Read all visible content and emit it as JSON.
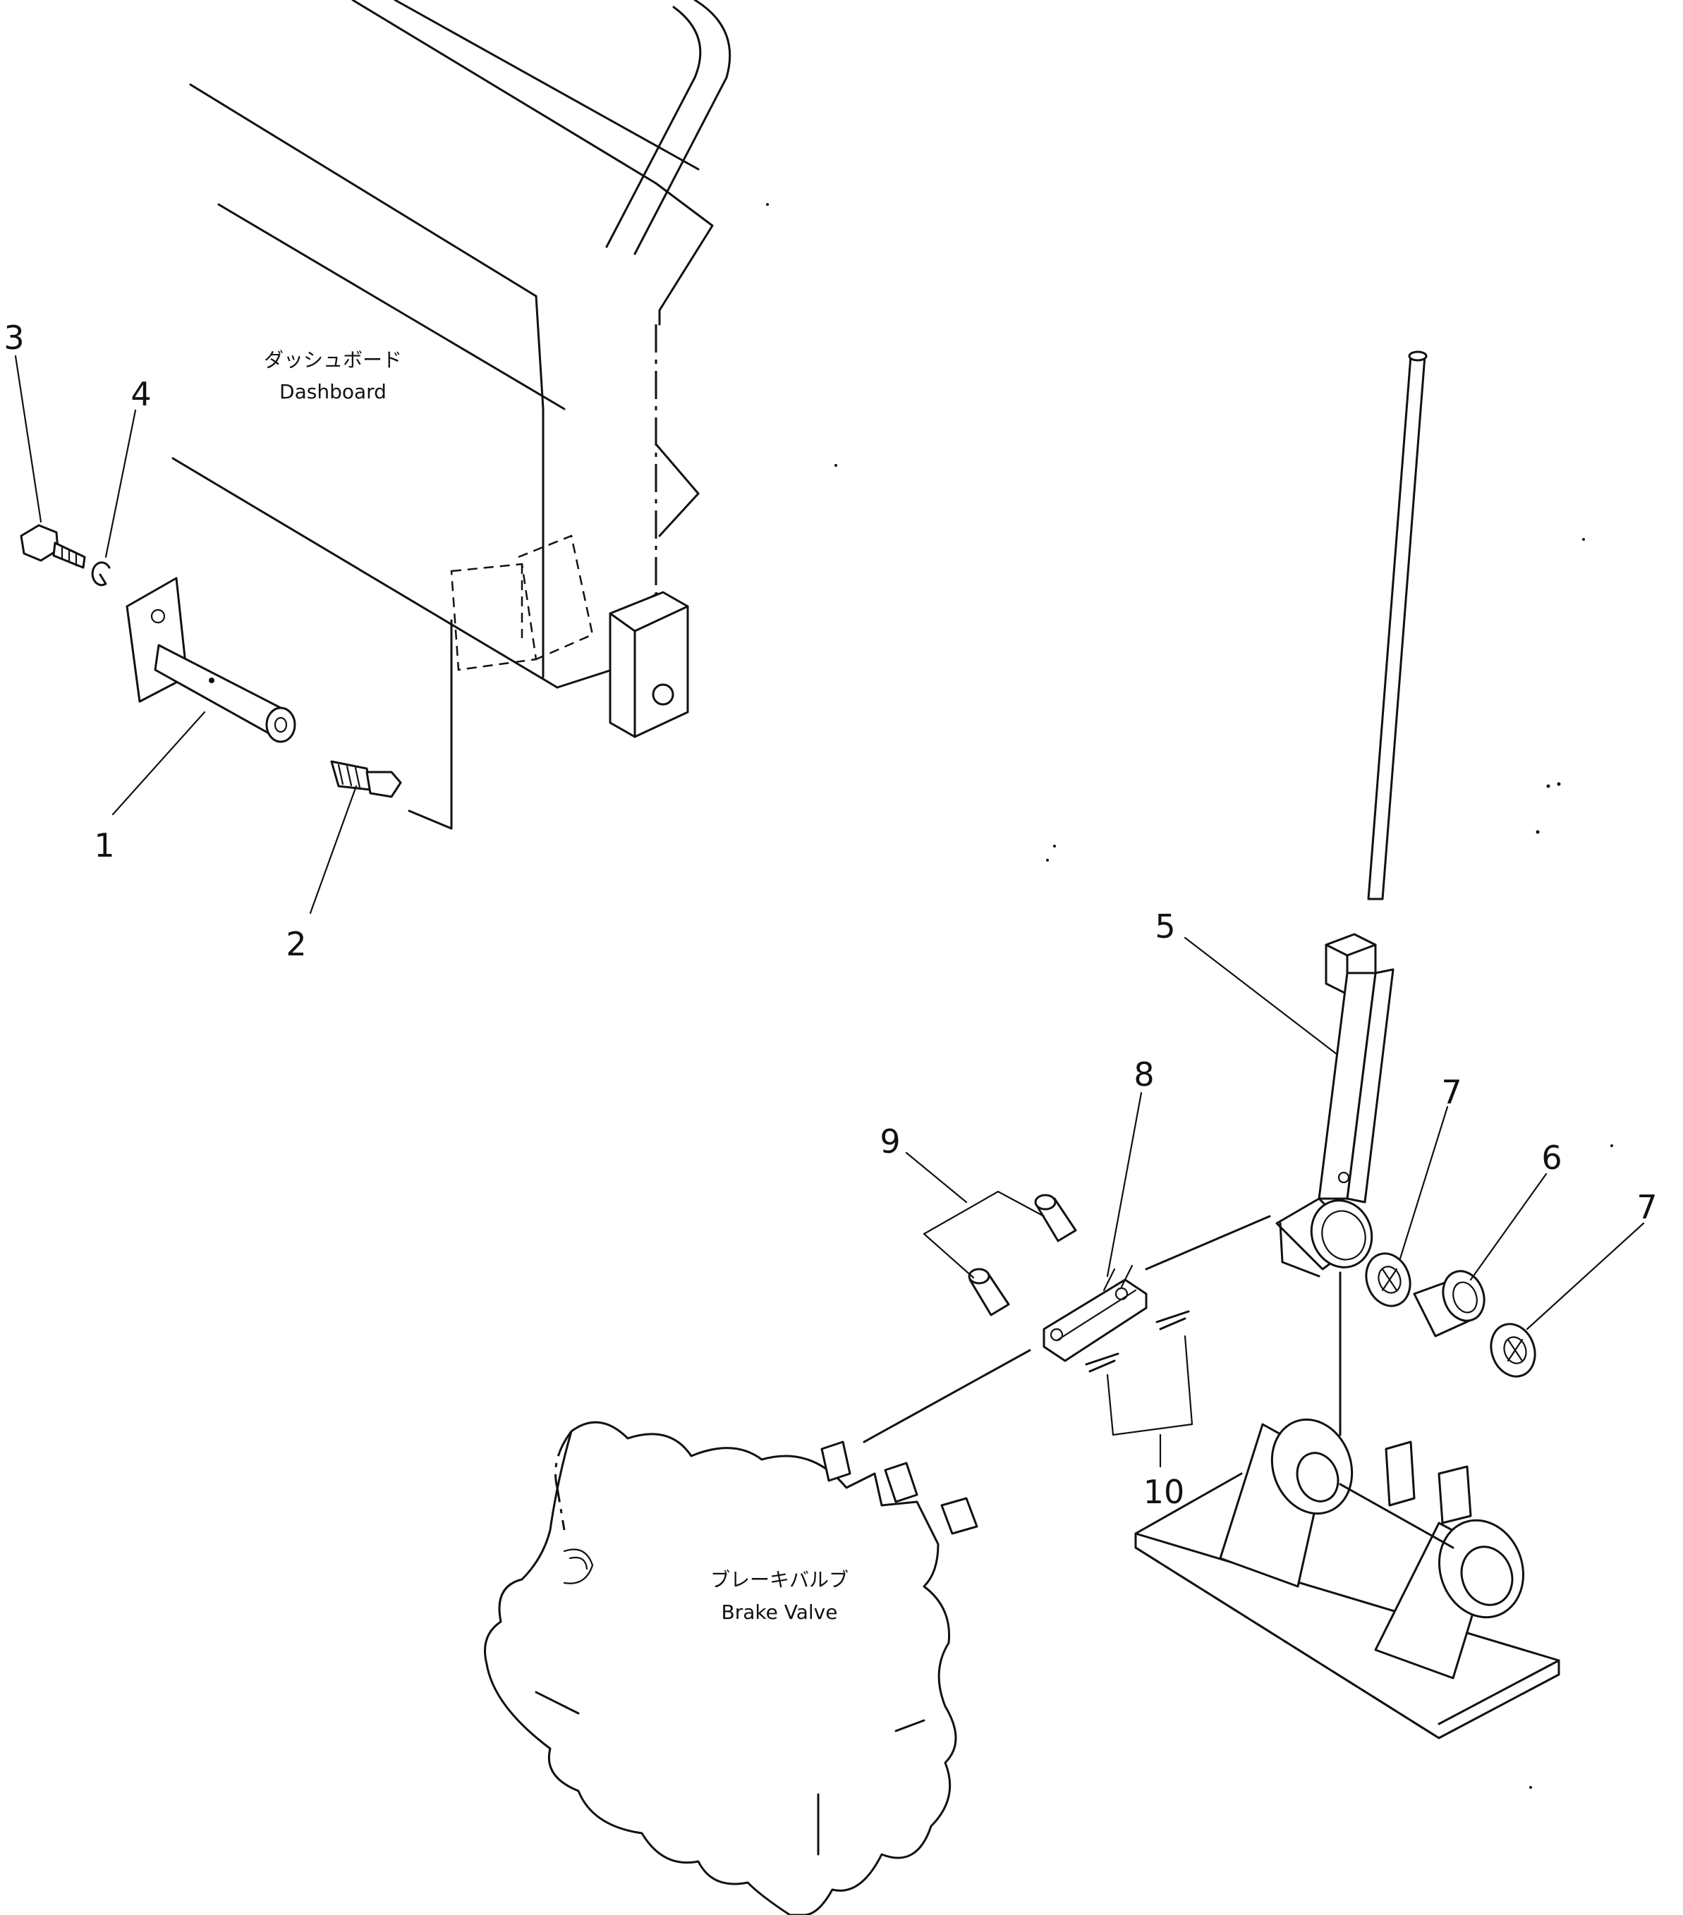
{
  "labels": {
    "dashboard_jp": "ダッシュボード",
    "dashboard_en": "Dashboard",
    "brake_valve_jp": "ブレーキバルブ",
    "brake_valve_en": "Brake Valve"
  },
  "callouts": [
    "1",
    "2",
    "3",
    "4",
    "5",
    "6",
    "7",
    "7",
    "8",
    "9",
    "10"
  ]
}
